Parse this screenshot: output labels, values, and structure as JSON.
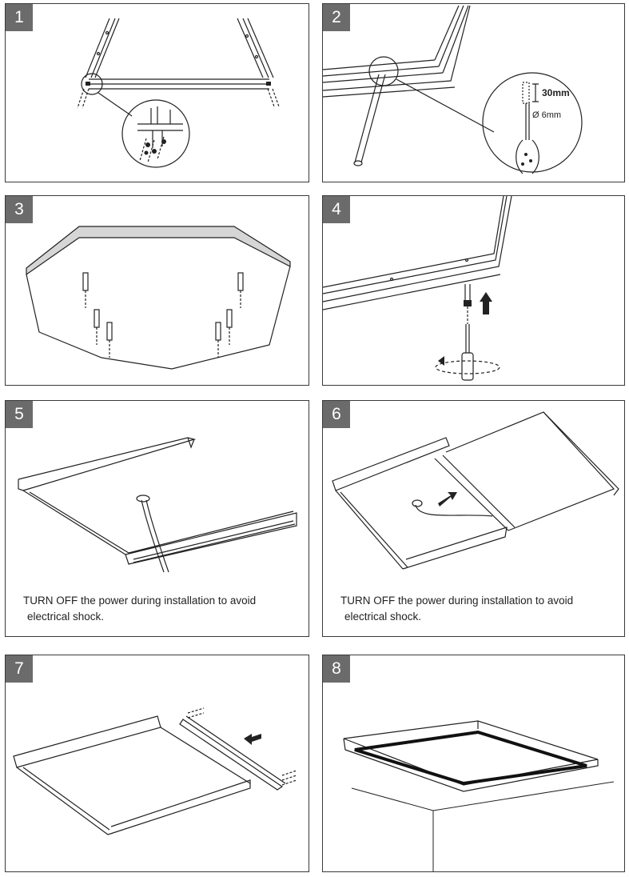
{
  "steps": [
    {
      "number": "1"
    },
    {
      "number": "2",
      "depth_label": "30mm",
      "diameter_label": "Ø 6mm"
    },
    {
      "number": "3"
    },
    {
      "number": "4"
    },
    {
      "number": "5",
      "note_line1": "TURN OFF the  power during installation to avoid",
      "note_line2": "electrical shock."
    },
    {
      "number": "6",
      "note_line1": "TURN OFF the  power during installation to avoid",
      "note_line2": "electrical shock."
    },
    {
      "number": "7"
    },
    {
      "number": "8"
    }
  ],
  "colors": {
    "badge": "#6b6b6b",
    "line": "#222222",
    "gray_fill": "#d6d6d6"
  }
}
